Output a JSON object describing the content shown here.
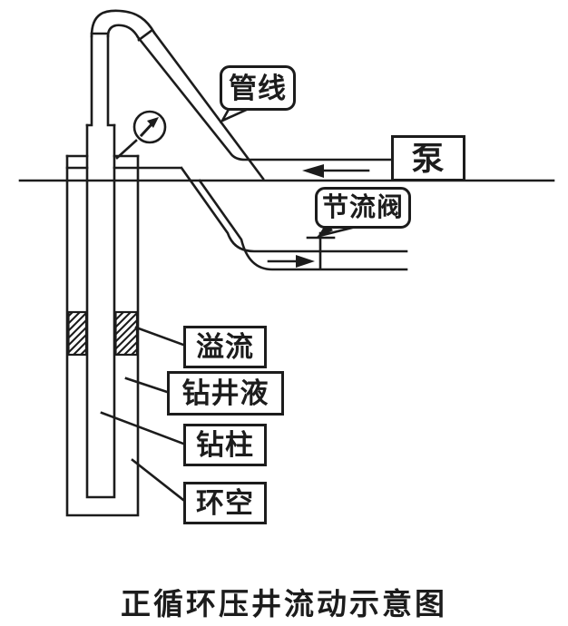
{
  "title": "正循环压井流动示意图",
  "labels": {
    "pipeline": "管线",
    "pump": "泵",
    "choke_valve": "节流阀",
    "overflow": "溢流",
    "drilling_fluid": "钻井液",
    "drill_string": "钻柱",
    "annulus": "环空"
  },
  "colors": {
    "line": "#1c1c1c",
    "background": "#ffffff"
  }
}
